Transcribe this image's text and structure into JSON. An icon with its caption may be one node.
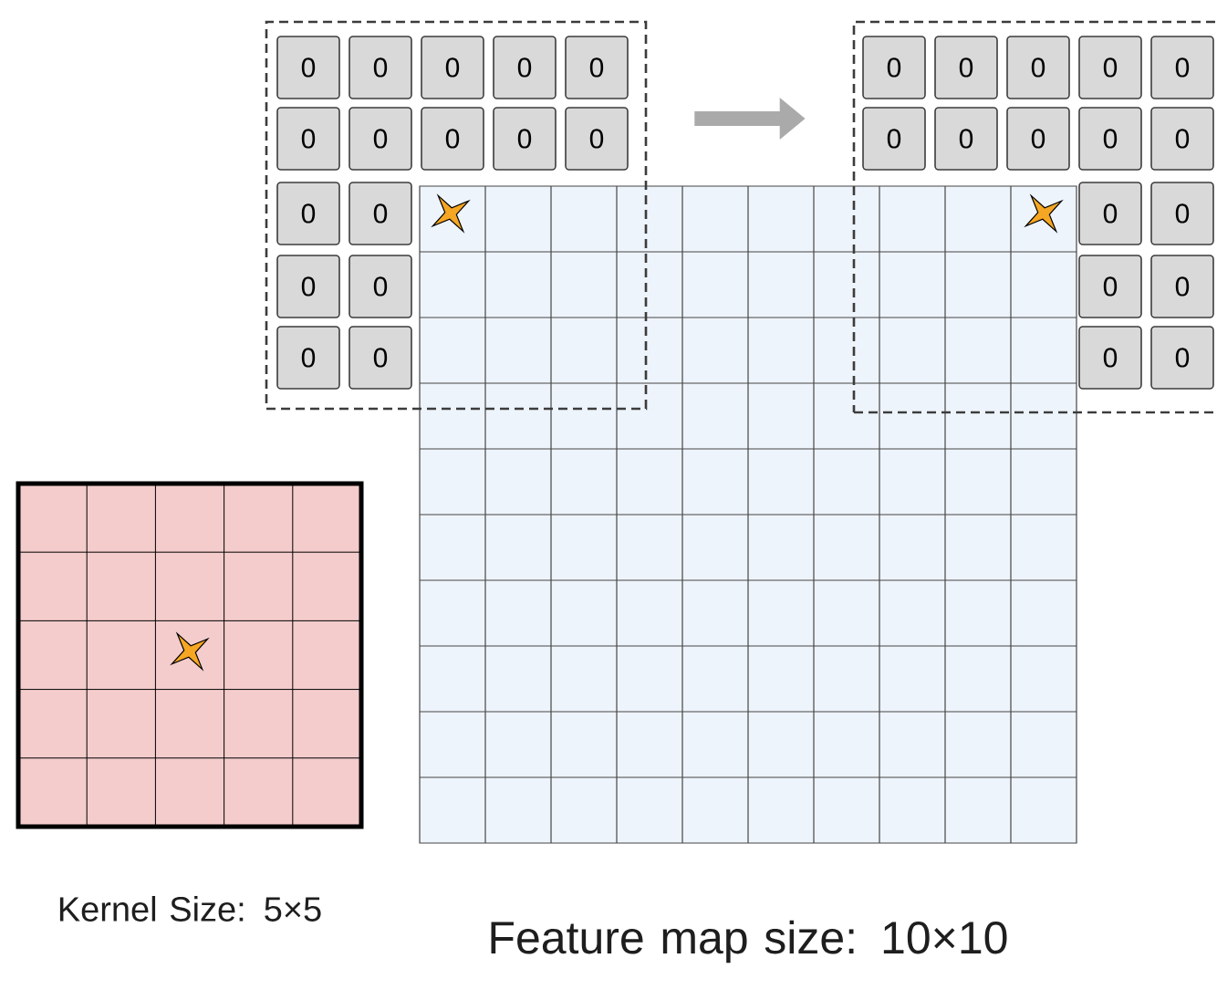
{
  "diagram": {
    "nodes": [
      {
        "text": [],
        "shape": "box"
      },
      {
        "text": [
          "0"
        ],
        "in": 0
      },
      {
        "text": [
          "0"
        ],
        "in": 0
      },
      {
        "text": [
          "0"
        ],
        "in": 0
      },
      {
        "text": [
          "0"
        ],
        "in": 0
      },
      {
        "text": [
          "0"
        ],
        "in": 0
      },
      {
        "text": [
          "0"
        ],
        "in": 0
      },
      {
        "text": [
          "0"
        ],
        "in": 0
      },
      {
        "text": [
          "0"
        ],
        "in": 0
      },
      {
        "text": [
          "0"
        ],
        "in": 0
      },
      {
        "text": [
          "0"
        ],
        "in": 0
      },
      {
        "text": [
          "0"
        ],
        "in": 0
      },
      {
        "text": [
          "0"
        ],
        "in": 0
      },
      {
        "text": [
          "0"
        ],
        "in": 0
      },
      {
        "text": [
          "0"
        ],
        "in": 0
      },
      {
        "text": [
          "0"
        ],
        "in": 0
      },
      {
        "text": [
          "0"
        ],
        "in": 0
      },
      {
        "text": [],
        "shape": "box"
      },
      {
        "text": [
          "0"
        ],
        "in": 17
      },
      {
        "text": [
          "0"
        ],
        "in": 17
      },
      {
        "text": [
          "0"
        ],
        "in": 17
      },
      {
        "text": [
          "0"
        ],
        "in": 17
      },
      {
        "text": [
          "0"
        ],
        "in": 17
      },
      {
        "text": [
          "0"
        ],
        "in": 17
      },
      {
        "text": [
          "0"
        ],
        "in": 17
      },
      {
        "text": [
          "0"
        ],
        "in": 17
      },
      {
        "text": [
          "0"
        ],
        "in": 17
      },
      {
        "text": [
          "0"
        ],
        "in": 17
      },
      {
        "text": [
          "0"
        ],
        "in": 17
      },
      {
        "text": [
          "0"
        ],
        "in": 17
      },
      {
        "text": [
          "0"
        ],
        "in": 17
      },
      {
        "text": [
          "0"
        ],
        "in": 17
      },
      {
        "text": [
          "0"
        ],
        "in": 17
      },
      {
        "text": [
          "0"
        ],
        "in": 17
      }
    ],
    "edges": [
      {
        "from": 0,
        "to": 17,
        "arrow": "to"
      }
    ],
    "labels": [
      "Kernel Size: 5×5",
      "Feature map size: 10×10"
    ]
  }
}
